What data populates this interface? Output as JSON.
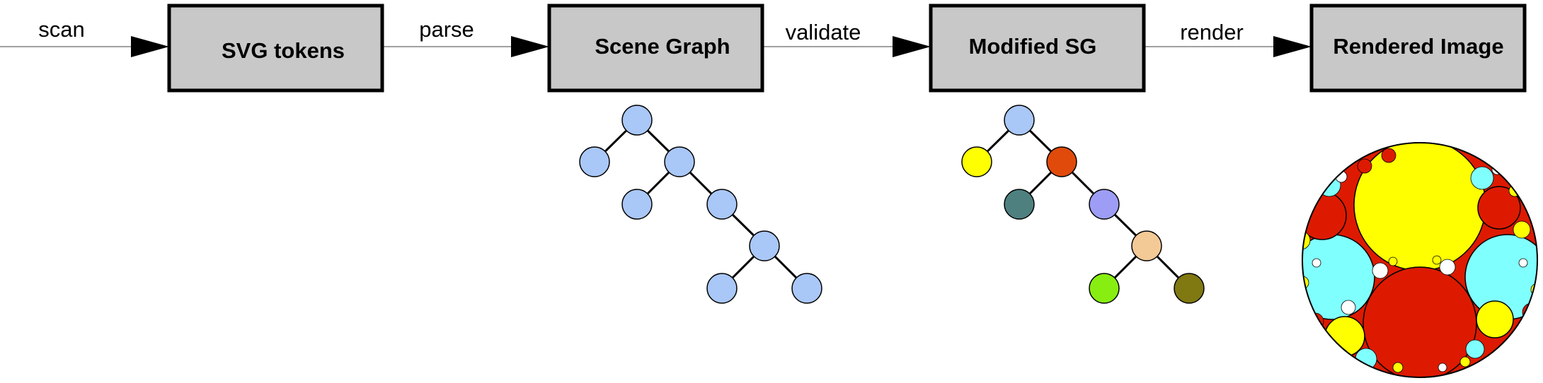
{
  "pipeline": {
    "stages": [
      {
        "label": "SVG tokens"
      },
      {
        "label": "Scene Graph"
      },
      {
        "label": "Modified SG"
      },
      {
        "label": "Rendered Image"
      }
    ],
    "edges": [
      {
        "label": "scan"
      },
      {
        "label": "parse"
      },
      {
        "label": "validate"
      },
      {
        "label": "render"
      }
    ]
  },
  "colors": {
    "box_fill": "#c8c8c8",
    "box_stroke": "#000000",
    "connector": "#a0a0a0",
    "arrowhead": "#000000",
    "scene_graph_node": "#a9c7f7",
    "modified_sg_nodes": [
      "#a9c7f7",
      "#ffff00",
      "#e04a0a",
      "#4f8080",
      "#9d9df5",
      "#f3c996",
      "#88ee11",
      "#807810"
    ],
    "packing": {
      "yellow": "#ffff00",
      "red": "#dd1a00",
      "cyan": "#80ffff",
      "white": "#ffffff"
    }
  }
}
